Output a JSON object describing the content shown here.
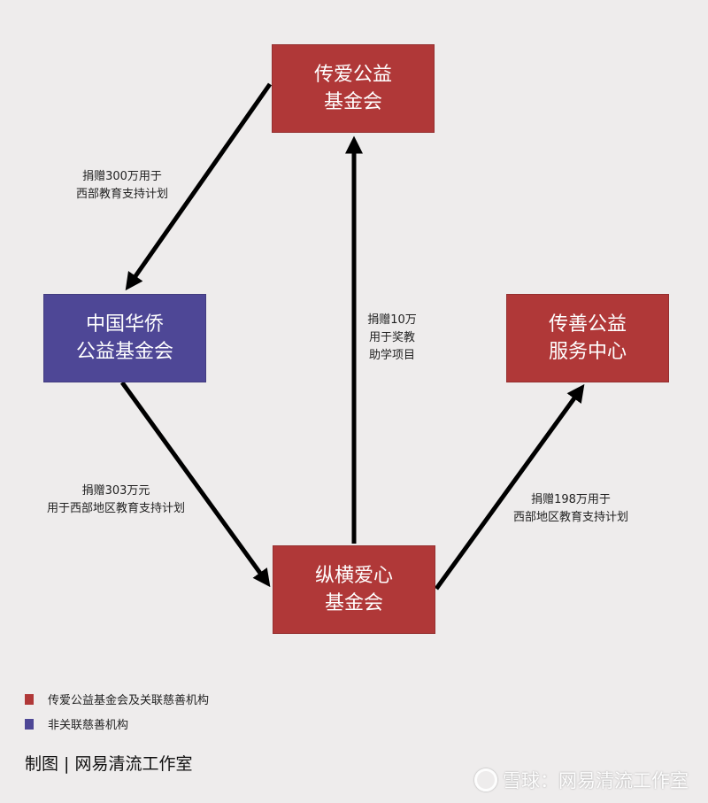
{
  "colors": {
    "affiliated": "#b03838",
    "non_affiliated": "#4e4796",
    "background": "#eeecec"
  },
  "nodes": {
    "chuanai": {
      "line1": "传爱公益",
      "line2": "基金会"
    },
    "huaqiao": {
      "line1": "中国华侨",
      "line2": "公益基金会"
    },
    "chuanshan": {
      "line1": "传善公益",
      "line2": "服务中心"
    },
    "zongheng": {
      "line1": "纵横爱心",
      "line2": "基金会"
    }
  },
  "edges": {
    "chuanai_to_huaqiao": {
      "line1": "捐赠300万用于",
      "line2": "西部教育支持计划"
    },
    "zongheng_to_chuanai": {
      "line1": "捐赠10万",
      "line2": "用于奖教",
      "line3": "助学项目"
    },
    "huaqiao_to_zongheng": {
      "line1": "捐赠303万元",
      "line2": "用于西部地区教育支持计划"
    },
    "zongheng_to_chuanshan": {
      "line1": "捐赠198万用于",
      "line2": "西部地区教育支持计划"
    }
  },
  "legend": {
    "affiliated": "传爱公益基金会及关联慈善机构",
    "non_affiliated": "非关联慈善机构"
  },
  "credit": "制图 | 网易清流工作室",
  "watermark": "雪球：网易清流工作室"
}
